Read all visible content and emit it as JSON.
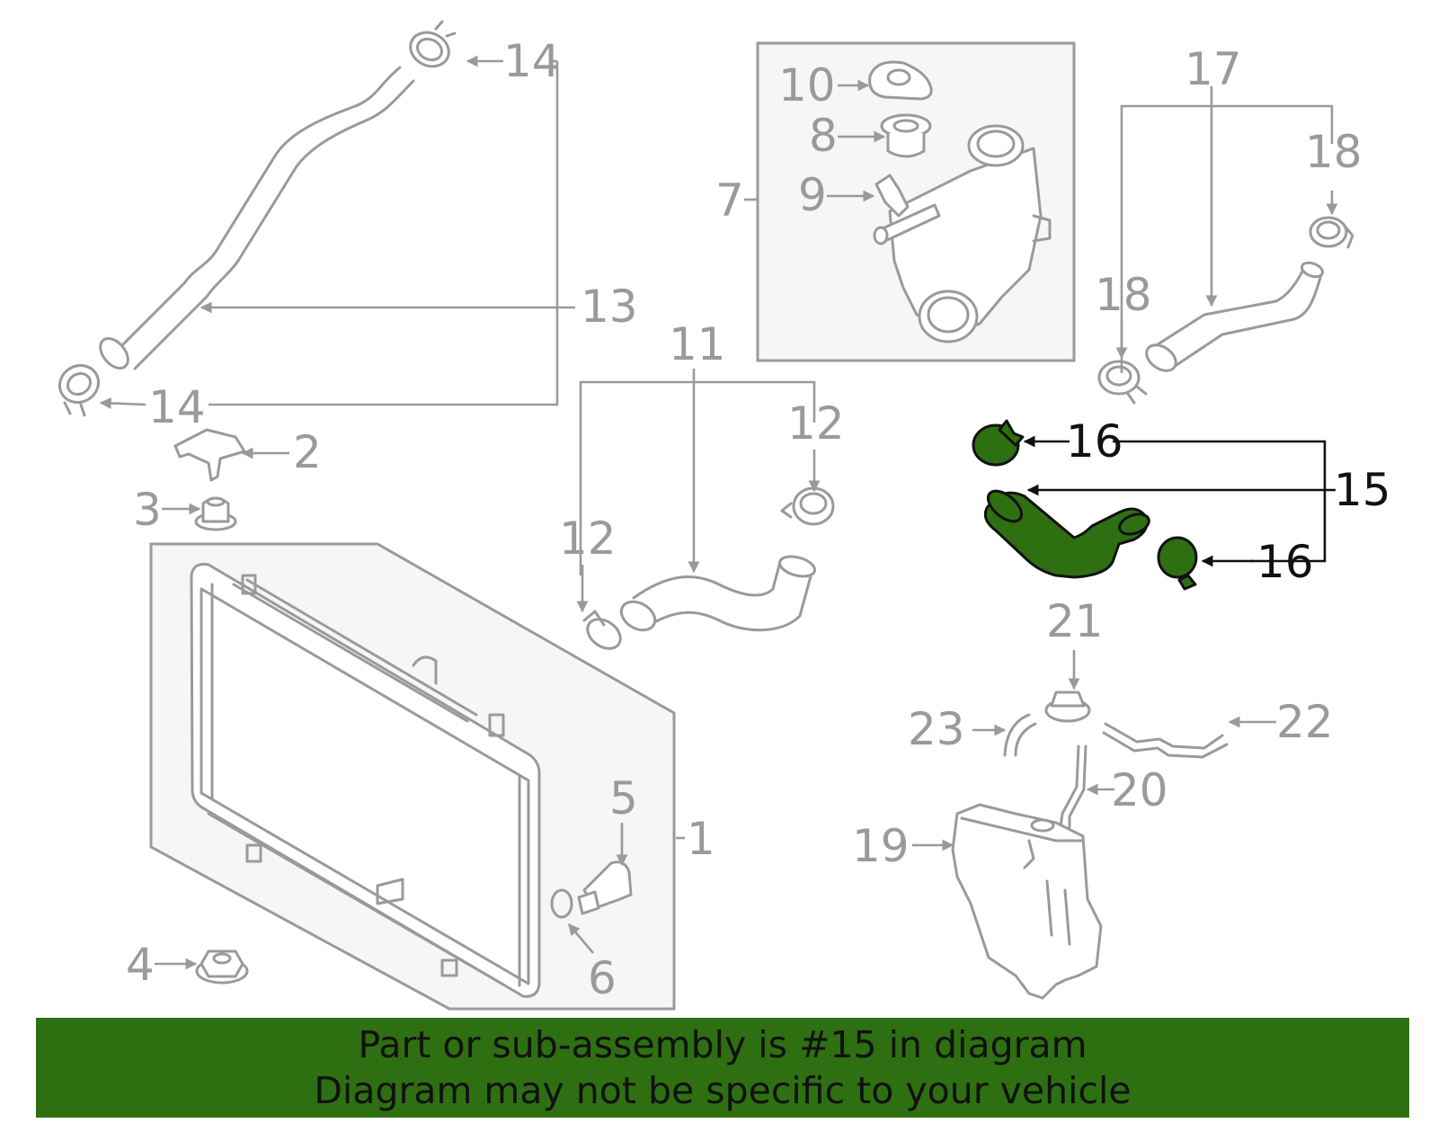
{
  "diagram": {
    "highlight_color": "#2e6f12",
    "outline_color": "#9a9a9a",
    "highlighted_part": "15",
    "callouts": {
      "c1": "1",
      "c2": "2",
      "c3": "3",
      "c4": "4",
      "c5": "5",
      "c6": "6",
      "c7": "7",
      "c8": "8",
      "c9": "9",
      "c10": "10",
      "c11": "11",
      "c12a": "12",
      "c12b": "12",
      "c13": "13",
      "c14a": "14",
      "c14b": "14",
      "c15": "15",
      "c16a": "16",
      "c16b": "16",
      "c17": "17",
      "c18a": "18",
      "c18b": "18",
      "c19": "19",
      "c20": "20",
      "c21": "21",
      "c22": "22",
      "c23": "23"
    }
  },
  "banner": {
    "line1": "Part or sub-assembly is #15 in diagram",
    "line2": "Diagram may not be specific to your vehicle"
  }
}
